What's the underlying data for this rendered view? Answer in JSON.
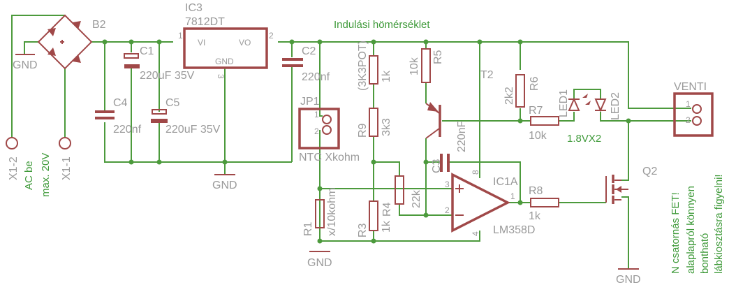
{
  "components": {
    "b2": {
      "name": "B2"
    },
    "ic3": {
      "name": "IC3",
      "value": "7812DT",
      "pin_vi": "VI",
      "pin_vo": "VO",
      "pin_gnd": "GND",
      "pin1": "1",
      "pin2": "2",
      "pin3": "3"
    },
    "c1": {
      "name": "C1",
      "value": "220uF 35V"
    },
    "c2": {
      "name": "C2",
      "value": "220nf"
    },
    "c3": {
      "name": "C3",
      "value": "220nF"
    },
    "c4": {
      "name": "C4",
      "value": "220nf"
    },
    "c5": {
      "name": "C5",
      "value": "220uF 35V"
    },
    "jp1": {
      "name": "JP1",
      "value": "NTC Xkohm",
      "pin1": "1",
      "pin2": "2"
    },
    "r1": {
      "name": "R1",
      "value": "x/10kohm"
    },
    "pot": {
      "name": "(3K3POT)",
      "value": "1k"
    },
    "r9": {
      "name": "R9",
      "value": "3k3"
    },
    "r3": {
      "name": "R3",
      "value": "1k"
    },
    "r4": {
      "name": "R4",
      "value": "22k"
    },
    "r5": {
      "name": "R5",
      "value": "10k"
    },
    "r6": {
      "name": "R6",
      "value": "2k2"
    },
    "r7": {
      "name": "R7",
      "value": "10k"
    },
    "r8": {
      "name": "R8",
      "value": "1k"
    },
    "t2": {
      "name": "T2"
    },
    "ic1a": {
      "name": "IC1A",
      "value": "LM358D",
      "pin1": "1",
      "pin2": "2",
      "pin3": "3",
      "pin4": "4",
      "pin8": "8"
    },
    "led1": {
      "name": "LED1"
    },
    "led2": {
      "name": "LED2"
    },
    "venti": {
      "name": "VENTI",
      "pin1": "1",
      "pin2": "2"
    },
    "q2": {
      "name": "Q2"
    },
    "x1_1": {
      "name": "X1-1"
    },
    "x1_2": {
      "name": "X1-2"
    }
  },
  "gnd_labels": [
    "GND",
    "GND",
    "GND",
    "GND"
  ],
  "notes": {
    "ac_in": "AC be",
    "max_voltage": "max. 20V",
    "start_temp": "Indulási hömérséklet",
    "led_voltage": "1.8VX2",
    "fet_note": [
      "N csatornás FET!",
      "alaplapról könnyen",
      "bontható",
      "lábkiosztásra figyelni!"
    ]
  },
  "colors": {
    "wire": "#4c9a3c",
    "component": "#a04848",
    "label": "#9a9a9a",
    "note": "#3f9a3a"
  }
}
